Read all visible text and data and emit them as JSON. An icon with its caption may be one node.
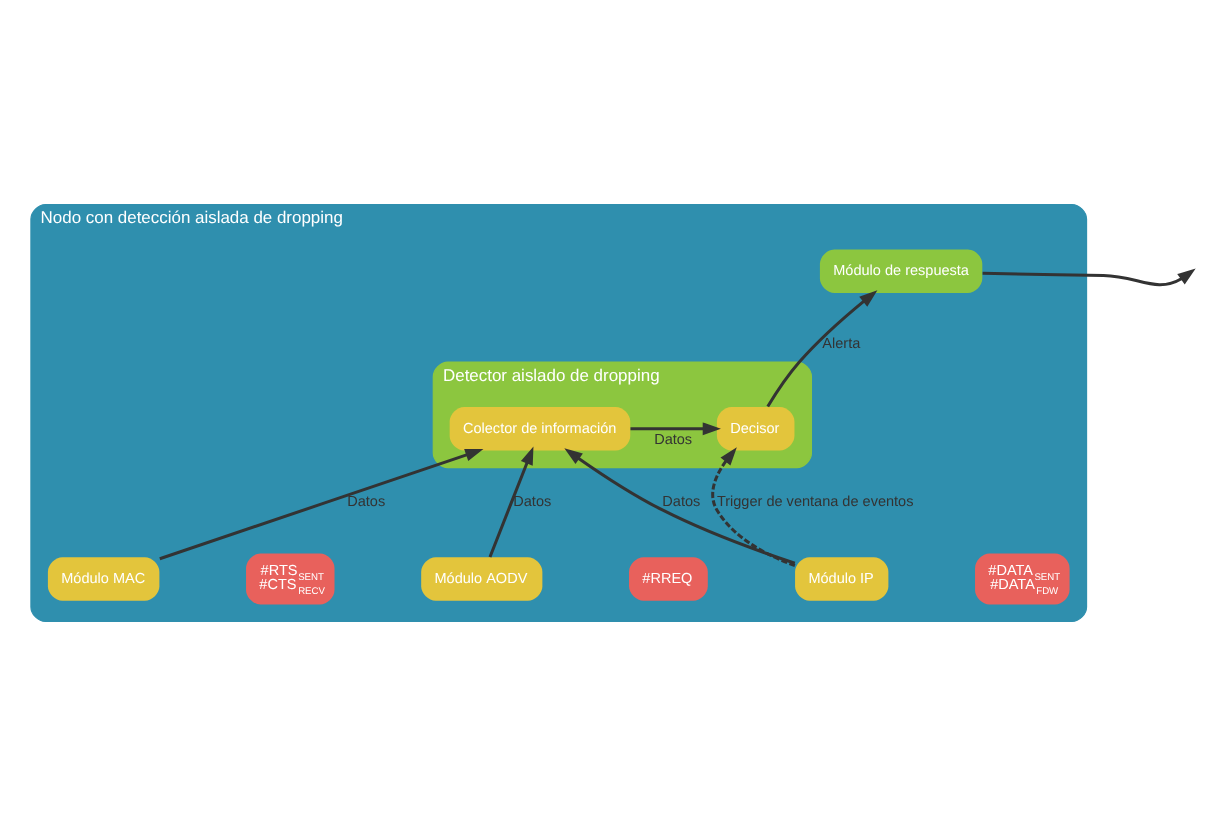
{
  "diagram": {
    "nodes": [
      {
        "text": [
          "Nodo con detección aislada de dropping"
        ]
      },
      {
        "text": [
          "Detector aislado de dropping"
        ],
        "in": 0
      },
      {
        "text": [
          "Colector de información"
        ],
        "in": 1
      },
      {
        "text": [
          "Decisor"
        ],
        "in": 1
      },
      {
        "text": [
          "Módulo de respuesta"
        ],
        "in": 0
      },
      {
        "text": [
          "Módulo MAC"
        ],
        "in": 0
      },
      {
        "text": [
          "#RTS$_{SENT}$",
          "#CTS$_{RECV}$"
        ],
        "in": 0
      },
      {
        "text": [
          "Módulo AODV"
        ],
        "in": 0
      },
      {
        "text": [
          "#RREQ"
        ],
        "in": 0
      },
      {
        "text": [
          "Módulo IP"
        ],
        "in": 0
      },
      {
        "text": [
          "#DATA$_{SENT}$",
          "#DATA$_{FDW}$"
        ],
        "in": 0
      }
    ],
    "edges": [
      {
        "from": 2,
        "to": 3,
        "arrow": "to",
        "label": "Datos"
      },
      {
        "from": 3,
        "to": 4,
        "arrow": "to",
        "label": "Alerta"
      },
      {
        "from": 4,
        "to": null,
        "arrow": "to"
      },
      {
        "from": 5,
        "to": 2,
        "arrow": "to",
        "label": "Datos"
      },
      {
        "from": 7,
        "to": 2,
        "arrow": "to",
        "label": "Datos"
      },
      {
        "from": 9,
        "to": 2,
        "arrow": "to",
        "label": "Datos"
      },
      {
        "from": 9,
        "to": 3,
        "arrow": "to",
        "label": "Trigger de ventana de eventos",
        "style": "dashed"
      }
    ]
  }
}
